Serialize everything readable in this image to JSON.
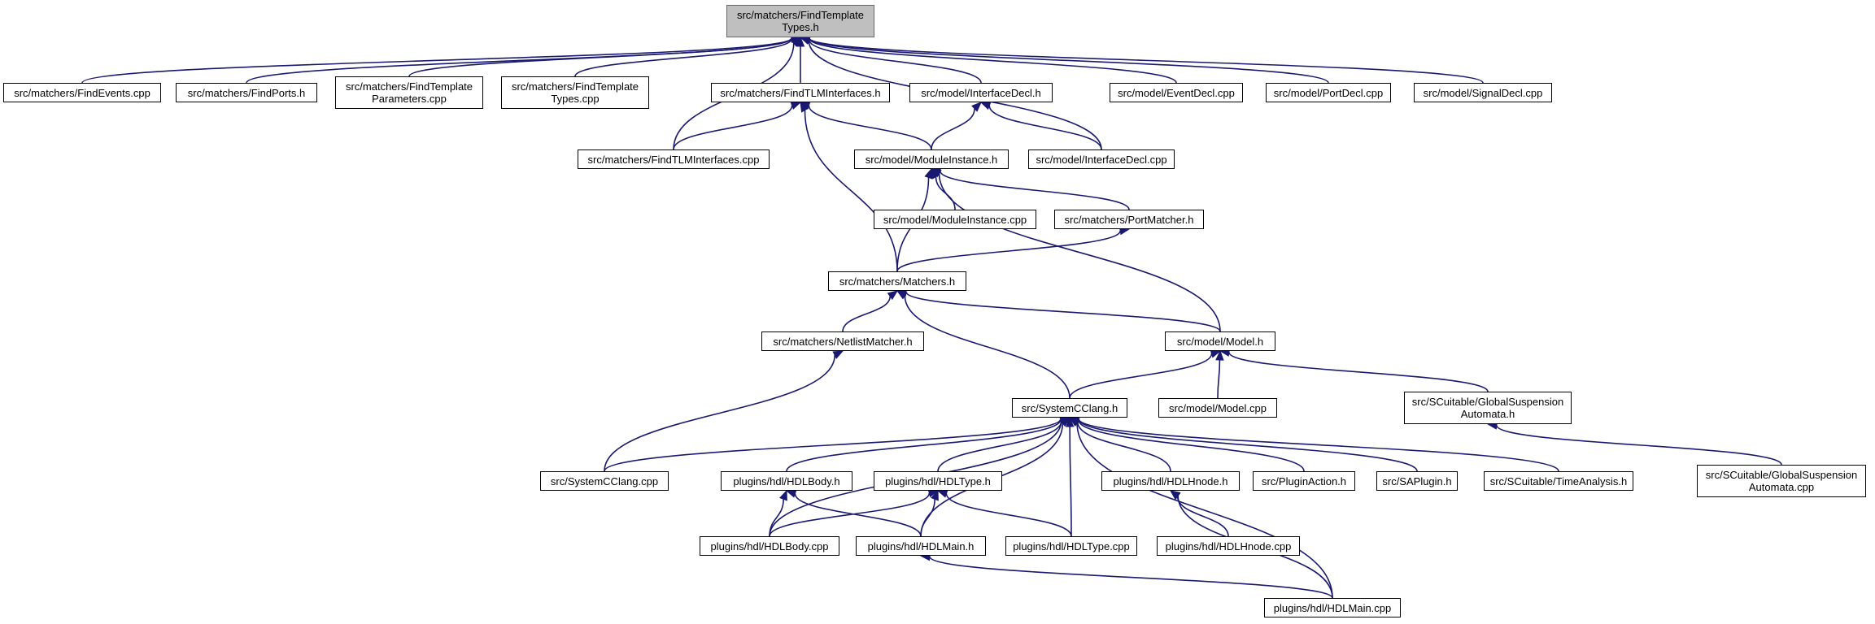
{
  "nodes": {
    "findtemplatetypes_h": "src/matchers/FindTemplate\nTypes.h",
    "findevents_cpp": "src/matchers/FindEvents.cpp",
    "findports_h": "src/matchers/FindPorts.h",
    "findtemplateparameters_cpp": "src/matchers/FindTemplate\nParameters.cpp",
    "findtemplatetypes_cpp": "src/matchers/FindTemplate\nTypes.cpp",
    "findtlminterfaces_h": "src/matchers/FindTLMInterfaces.h",
    "interfacedecl_h": "src/model/InterfaceDecl.h",
    "eventdecl_cpp": "src/model/EventDecl.cpp",
    "portdecl_cpp": "src/model/PortDecl.cpp",
    "signaldecl_cpp": "src/model/SignalDecl.cpp",
    "findtlminterfaces_cpp": "src/matchers/FindTLMInterfaces.cpp",
    "moduleinstance_h": "src/model/ModuleInstance.h",
    "interfacedecl_cpp": "src/model/InterfaceDecl.cpp",
    "moduleinstance_cpp": "src/model/ModuleInstance.cpp",
    "portmatcher_h": "src/matchers/PortMatcher.h",
    "matchers_h": "src/matchers/Matchers.h",
    "netlistmatcher_h": "src/matchers/NetlistMatcher.h",
    "model_h": "src/model/Model.h",
    "systemcclang_h": "src/SystemCClang.h",
    "model_cpp": "src/model/Model.cpp",
    "globalsuspension_h": "src/SCuitable/GlobalSuspension\nAutomata.h",
    "systemcclang_cpp": "src/SystemCClang.cpp",
    "hdlbody_h": "plugins/hdl/HDLBody.h",
    "hdltype_h": "plugins/hdl/HDLType.h",
    "hdlhnode_h": "plugins/hdl/HDLHnode.h",
    "pluginaction_h": "src/PluginAction.h",
    "saplugin_h": "src/SAPlugin.h",
    "timeanalysis_h": "src/SCuitable/TimeAnalysis.h",
    "globalsuspension_cpp": "src/SCuitable/GlobalSuspension\nAutomata.cpp",
    "hdlbody_cpp": "plugins/hdl/HDLBody.cpp",
    "hdlmain_h": "plugins/hdl/HDLMain.h",
    "hdltype_cpp": "plugins/hdl/HDLType.cpp",
    "hdlhnode_cpp": "plugins/hdl/HDLHnode.cpp",
    "hdlmain_cpp": "plugins/hdl/HDLMain.cpp"
  },
  "focus_node": "findtemplatetypes_h",
  "colors": {
    "edge": "#191970",
    "focus_fill": "#bfbfbf",
    "node_border": "#000000"
  },
  "edges": [
    [
      "findevents_cpp",
      "findtemplatetypes_h"
    ],
    [
      "findports_h",
      "findtemplatetypes_h"
    ],
    [
      "findtemplateparameters_cpp",
      "findtemplatetypes_h"
    ],
    [
      "findtemplatetypes_cpp",
      "findtemplatetypes_h"
    ],
    [
      "findtlminterfaces_h",
      "findtemplatetypes_h"
    ],
    [
      "interfacedecl_h",
      "findtemplatetypes_h"
    ],
    [
      "eventdecl_cpp",
      "findtemplatetypes_h"
    ],
    [
      "portdecl_cpp",
      "findtemplatetypes_h"
    ],
    [
      "signaldecl_cpp",
      "findtemplatetypes_h"
    ],
    [
      "findtlminterfaces_cpp",
      "findtemplatetypes_h"
    ],
    [
      "interfacedecl_cpp",
      "findtemplatetypes_h"
    ],
    [
      "findtlminterfaces_cpp",
      "findtlminterfaces_h"
    ],
    [
      "moduleinstance_h",
      "findtlminterfaces_h"
    ],
    [
      "matchers_h",
      "findtlminterfaces_h"
    ],
    [
      "moduleinstance_h",
      "interfacedecl_h"
    ],
    [
      "interfacedecl_cpp",
      "interfacedecl_h"
    ],
    [
      "moduleinstance_cpp",
      "moduleinstance_h"
    ],
    [
      "portmatcher_h",
      "moduleinstance_h"
    ],
    [
      "matchers_h",
      "moduleinstance_h"
    ],
    [
      "model_h",
      "moduleinstance_h"
    ],
    [
      "matchers_h",
      "portmatcher_h"
    ],
    [
      "netlistmatcher_h",
      "matchers_h"
    ],
    [
      "model_h",
      "matchers_h"
    ],
    [
      "systemcclang_h",
      "matchers_h"
    ],
    [
      "systemcclang_cpp",
      "netlistmatcher_h"
    ],
    [
      "systemcclang_h",
      "model_h"
    ],
    [
      "model_cpp",
      "model_h"
    ],
    [
      "globalsuspension_h",
      "model_h"
    ],
    [
      "globalsuspension_cpp",
      "globalsuspension_h"
    ],
    [
      "systemcclang_cpp",
      "systemcclang_h"
    ],
    [
      "hdlbody_h",
      "systemcclang_h"
    ],
    [
      "hdltype_h",
      "systemcclang_h"
    ],
    [
      "hdlhnode_h",
      "systemcclang_h"
    ],
    [
      "pluginaction_h",
      "systemcclang_h"
    ],
    [
      "saplugin_h",
      "systemcclang_h"
    ],
    [
      "timeanalysis_h",
      "systemcclang_h"
    ],
    [
      "hdlbody_cpp",
      "systemcclang_h"
    ],
    [
      "hdlmain_h",
      "systemcclang_h"
    ],
    [
      "hdltype_cpp",
      "systemcclang_h"
    ],
    [
      "hdlmain_cpp",
      "systemcclang_h"
    ],
    [
      "hdlbody_cpp",
      "hdlbody_h"
    ],
    [
      "hdlmain_h",
      "hdlbody_h"
    ],
    [
      "hdlbody_cpp",
      "hdltype_h"
    ],
    [
      "hdlmain_h",
      "hdltype_h"
    ],
    [
      "hdltype_cpp",
      "hdltype_h"
    ],
    [
      "hdlhnode_cpp",
      "hdlhnode_h"
    ],
    [
      "hdlmain_cpp",
      "hdlhnode_h"
    ],
    [
      "hdlmain_cpp",
      "hdlmain_h"
    ]
  ]
}
